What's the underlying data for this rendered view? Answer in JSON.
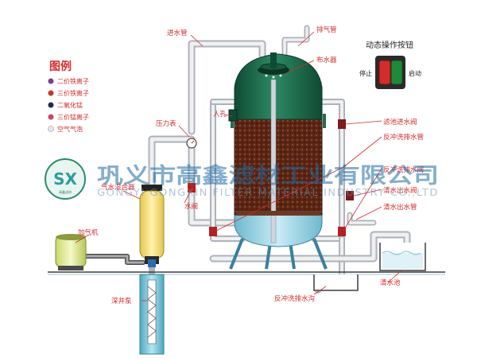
{
  "legend": {
    "title": "图例",
    "items": [
      {
        "label": "二价铁离子",
        "color": "#7a3a9a"
      },
      {
        "label": "三价铁离子",
        "color": "#c0392b"
      },
      {
        "label": "二氧化锰",
        "color": "#1f2b56"
      },
      {
        "label": "三价锰离子",
        "color": "#c7466a"
      },
      {
        "label": "空气气泡",
        "color": "#e6e6ee"
      }
    ]
  },
  "control_panel": {
    "title": "动态操作按钮",
    "stop_label": "停止",
    "start_label": "启动",
    "stop_color": "#d62b2b",
    "start_color": "#1e8a3a"
  },
  "labels": {
    "inlet_pipe": "进水管",
    "exhaust_pipe": "排气管",
    "distributor": "布水器",
    "pressure_gauge": "压力表",
    "manhole": "人孔",
    "filter_inlet_valve": "滤池进水阀",
    "backwash_drain_pipe": "反冲洗排水管",
    "backwash_drain_valve": "反冲洗排水阀",
    "clean_water_valve": "清水出水阀",
    "clean_water_pipe": "清水出水管",
    "water_gas_mixer": "气水混合器",
    "aerator": "加气机",
    "deep_well_pump": "深井泵",
    "backwash_drain_trench": "反冲洗排水沟",
    "clean_water_tank": "清水池",
    "water_valve": "水阀"
  },
  "watermark": {
    "company_cn": "巩义市高鑫滤材工业有限公司",
    "company_en": "GONGYI GONGXIN FILTER MATERIAL INDUSTRY CO.,LTD",
    "logo_letters": "SX",
    "logo_caption": "高鑫滤材"
  },
  "colors": {
    "tank_green": "#1f6e4f",
    "tank_blue": "#9fd3e3",
    "media_brown": "#6b2e1a",
    "pipe_gray": "#d3d6da",
    "label_red": "#d62b2b",
    "mixer_yellow": "#f2dd73"
  }
}
